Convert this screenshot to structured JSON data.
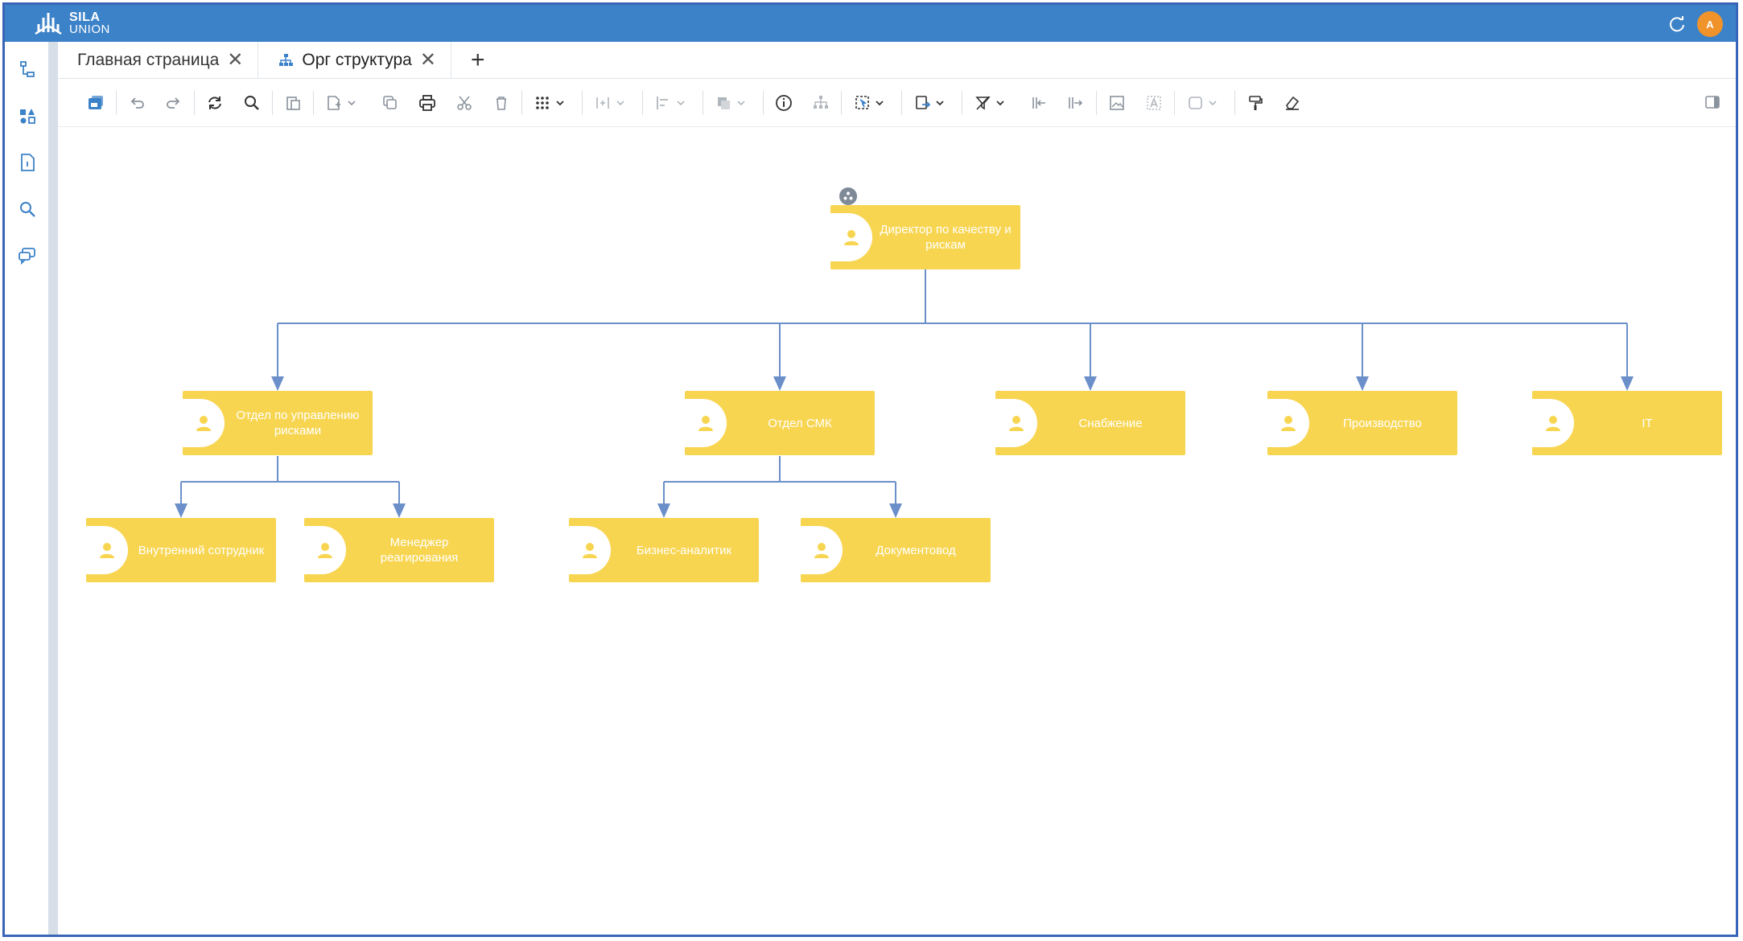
{
  "app": {
    "logo_line1": "SILA",
    "logo_line2": "UNION",
    "avatar_initial": "A",
    "colors": {
      "topbar": "#3c82c8",
      "node": "#f8d551",
      "connector": "#6a8fc9",
      "avatar": "#f0932b"
    }
  },
  "sidebar": {
    "items": [
      {
        "icon": "tree-structure-icon"
      },
      {
        "icon": "shapes-icon"
      },
      {
        "icon": "document-info-icon"
      },
      {
        "icon": "search-icon"
      },
      {
        "icon": "comments-icon"
      }
    ]
  },
  "tabs": [
    {
      "label": "Главная страница",
      "active": false
    },
    {
      "label": "Орг структура",
      "active": true
    }
  ],
  "toolbar": {
    "buttons": [
      "save",
      "undo",
      "redo",
      "refresh",
      "search",
      "paste",
      "insert-dropdown",
      "copy",
      "print",
      "cut",
      "delete",
      "grid-dropdown",
      "spacing-dropdown",
      "align-dropdown",
      "layer-dropdown",
      "info",
      "hierarchy",
      "select-dropdown",
      "export-dropdown",
      "filter-dropdown",
      "shrink",
      "expand",
      "image",
      "text-frame",
      "shape-dropdown",
      "format-painter",
      "eraser",
      "panel-toggle"
    ]
  },
  "orgchart": {
    "root": {
      "label": "Директор по качеству и рискам"
    },
    "level1": [
      {
        "label": "Отдел по управлению рисками"
      },
      {
        "label": "Отдел СМК"
      },
      {
        "label": "Снабжение"
      },
      {
        "label": "Производство"
      },
      {
        "label": "IT"
      }
    ],
    "level2_risk": [
      {
        "label": "Внутренний сотрудник"
      },
      {
        "label": "Менеджер реагирования"
      }
    ],
    "level2_smk": [
      {
        "label": "Бизнес-аналитик"
      },
      {
        "label": "Документовод"
      }
    ]
  }
}
